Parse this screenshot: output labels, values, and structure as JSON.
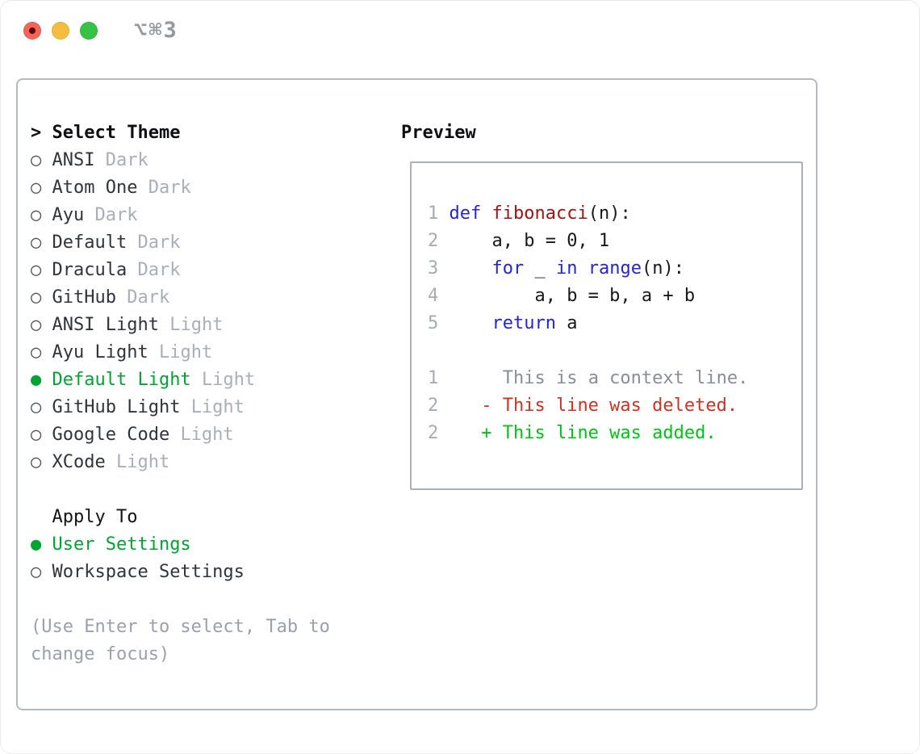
{
  "window": {
    "title": "⌥⌘3"
  },
  "colors": {
    "accent_green": "#00a531",
    "syntax_keyword": "#2323dd",
    "syntax_function": "#a31212",
    "diff_deleted": "#cd3222",
    "diff_added": "#00c414",
    "light_red": "#f4645a",
    "light_red_dot": "#5f0b02",
    "light_yellow": "#f5bd40",
    "light_green": "#35c245"
  },
  "glyphs": {
    "radio_unselected": "○",
    "radio_selected": "●",
    "prompt": ">"
  },
  "theme_selector": {
    "header": "Select Theme",
    "items": [
      {
        "name": "ANSI",
        "tag": "Dark",
        "selected": false
      },
      {
        "name": "Atom One",
        "tag": "Dark",
        "selected": false
      },
      {
        "name": "Ayu",
        "tag": "Dark",
        "selected": false
      },
      {
        "name": "Default",
        "tag": "Dark",
        "selected": false
      },
      {
        "name": "Dracula",
        "tag": "Dark",
        "selected": false
      },
      {
        "name": "GitHub",
        "tag": "Dark",
        "selected": false
      },
      {
        "name": "ANSI Light",
        "tag": "Light",
        "selected": false
      },
      {
        "name": "Ayu Light",
        "tag": "Light",
        "selected": false
      },
      {
        "name": "Default Light",
        "tag": "Light",
        "selected": true
      },
      {
        "name": "GitHub Light",
        "tag": "Light",
        "selected": false
      },
      {
        "name": "Google Code",
        "tag": "Light",
        "selected": false
      },
      {
        "name": "XCode",
        "tag": "Light",
        "selected": false
      }
    ],
    "apply_to": {
      "header": "Apply To",
      "options": [
        {
          "label": "User Settings",
          "selected": true
        },
        {
          "label": "Workspace Settings",
          "selected": false
        }
      ]
    },
    "hint_lines": [
      "(Use Enter to select, Tab to",
      "change focus)"
    ]
  },
  "preview": {
    "header": "Preview",
    "lines": [
      {
        "tokens": [
          {
            "text": "1 ",
            "type": "num"
          },
          {
            "text": "def",
            "type": "kw"
          },
          {
            "text": " ",
            "type": "plain"
          },
          {
            "text": "fibonacci",
            "type": "fn"
          },
          {
            "text": "(n):",
            "type": "plain"
          }
        ]
      },
      {
        "tokens": [
          {
            "text": "2",
            "type": "num"
          },
          {
            "text": "     a, b = 0, 1",
            "type": "plain"
          }
        ]
      },
      {
        "tokens": [
          {
            "text": "3",
            "type": "num"
          },
          {
            "text": "     ",
            "type": "plain"
          },
          {
            "text": "for",
            "type": "kw"
          },
          {
            "text": " _ ",
            "type": "plain"
          },
          {
            "text": "in",
            "type": "kw"
          },
          {
            "text": " ",
            "type": "plain"
          },
          {
            "text": "range",
            "type": "kw"
          },
          {
            "text": "(n):",
            "type": "plain"
          }
        ]
      },
      {
        "tokens": [
          {
            "text": "4",
            "type": "num"
          },
          {
            "text": "         a, b = b, a + b",
            "type": "plain"
          }
        ]
      },
      {
        "tokens": [
          {
            "text": "5",
            "type": "num"
          },
          {
            "text": "     ",
            "type": "plain"
          },
          {
            "text": "return",
            "type": "kw"
          },
          {
            "text": " a",
            "type": "plain"
          }
        ]
      },
      {
        "tokens": []
      },
      {
        "tokens": [
          {
            "text": "1",
            "type": "num"
          },
          {
            "text": "      ",
            "type": "plain"
          },
          {
            "text": "This is a context line.",
            "type": "ctx"
          }
        ]
      },
      {
        "tokens": [
          {
            "text": "2",
            "type": "num"
          },
          {
            "text": "    ",
            "type": "plain"
          },
          {
            "text": "- This line was deleted.",
            "type": "del"
          }
        ]
      },
      {
        "tokens": [
          {
            "text": "2",
            "type": "num"
          },
          {
            "text": "    ",
            "type": "plain"
          },
          {
            "text": "+ This line was added.",
            "type": "add"
          }
        ]
      }
    ]
  }
}
